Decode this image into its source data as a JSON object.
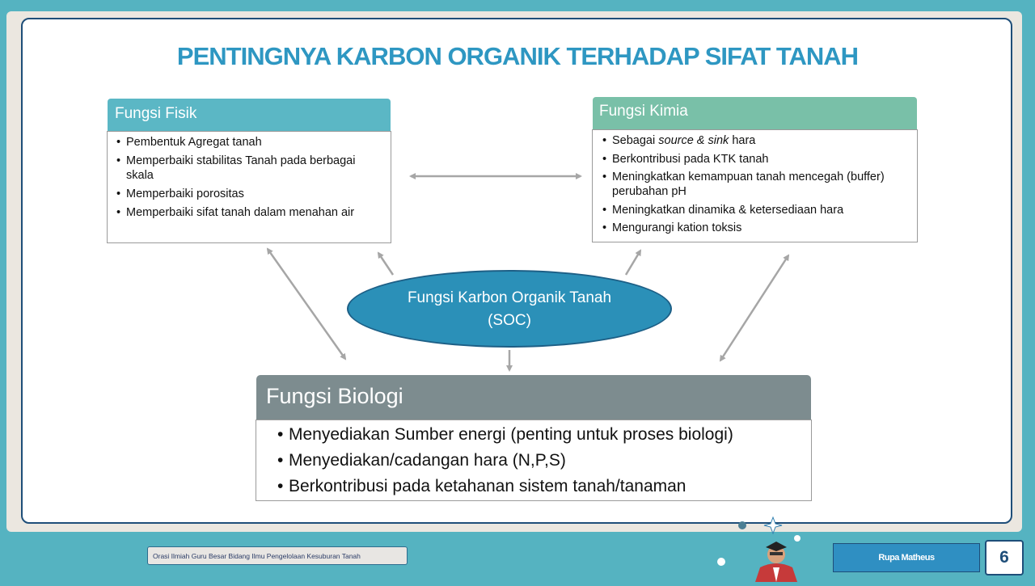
{
  "title": "PENTINGNYA KARBON ORGANIK TERHADAP SIFAT TANAH",
  "fisik": {
    "heading": "Fungsi Fisik",
    "items": [
      "Pembentuk Agregat tanah",
      "Memperbaiki stabilitas Tanah pada berbagai skala",
      "Memperbaiki porositas",
      "Memperbaiki sifat tanah dalam menahan air"
    ]
  },
  "kimia": {
    "heading": "Fungsi Kimia",
    "item0_prefix": "Sebagai ",
    "item0_italic": "source & sink",
    "item0_suffix": " hara",
    "items": [
      "Berkontribusi pada KTK tanah",
      "Meningkatkan kemampuan tanah mencegah (buffer) perubahan pH",
      "Meningkatkan dinamika & ketersediaan hara",
      "Mengurangi kation toksis"
    ]
  },
  "center": {
    "line1": "Fungsi Karbon Organik Tanah",
    "line2": "(SOC)"
  },
  "biologi": {
    "heading": "Fungsi Biologi",
    "items": [
      "Menyediakan Sumber energi (penting untuk proses biologi)",
      "Menyediakan/cadangan hara (N,P,S)",
      "Berkontribusi pada ketahanan sistem tanah/tanaman"
    ]
  },
  "footer": {
    "caption": "Orasi Ilmiah Guru Besar Bidang Ilmu Pengelolaan Kesuburan Tanah",
    "name": "Rupa Matheus",
    "page_number": "6"
  },
  "colors": {
    "title": "#2e97c2",
    "fisik_header": "#5bb7c5",
    "kimia_header": "#79c0a8",
    "biologi_header": "#7d8c8f",
    "ellipse": "#2b90b8",
    "arrow": "#a6a6a6",
    "background": "#55b3c1"
  }
}
